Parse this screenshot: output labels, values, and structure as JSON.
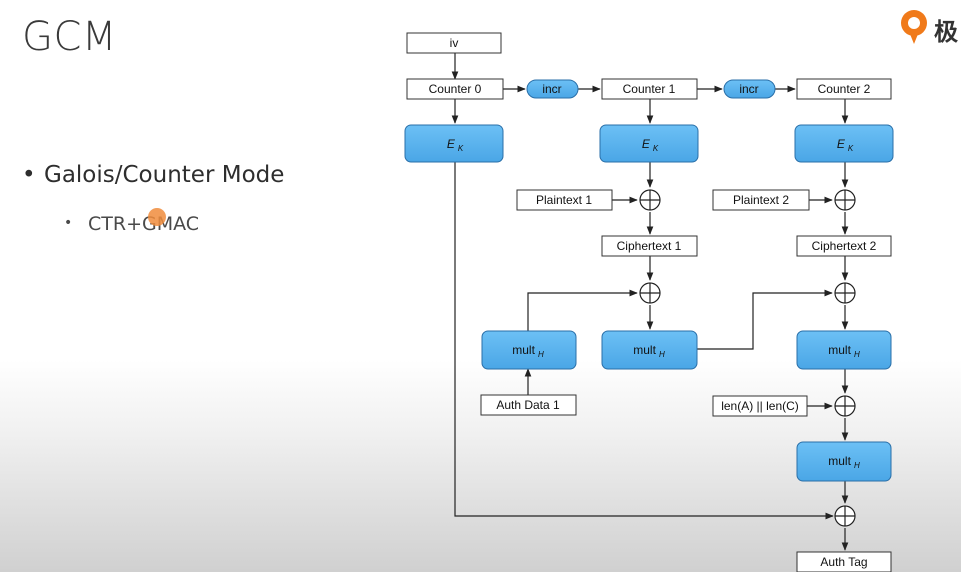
{
  "slide": {
    "title": "GCM",
    "bullet_1": "Galois/Counter Mode",
    "bullet_2": "CTR+GMAC",
    "logo_char": "极"
  },
  "diagram": {
    "iv": "iv",
    "counter_0": "Counter 0",
    "counter_1": "Counter 1",
    "counter_2": "Counter 2",
    "incr": "incr",
    "ek": "E",
    "ek_sub": "K",
    "plaintext_1": "Plaintext 1",
    "plaintext_2": "Plaintext 2",
    "ciphertext_1": "Ciphertext 1",
    "ciphertext_2": "Ciphertext 2",
    "mult": "mult",
    "mult_sub": "H",
    "auth_data_1": "Auth Data 1",
    "len_label": "len(A) || len(C)",
    "auth_tag": "Auth Tag"
  },
  "colors": {
    "block_fill": "#5ab4f0",
    "block_stroke": "#2a6fa8",
    "line": "#222222"
  }
}
